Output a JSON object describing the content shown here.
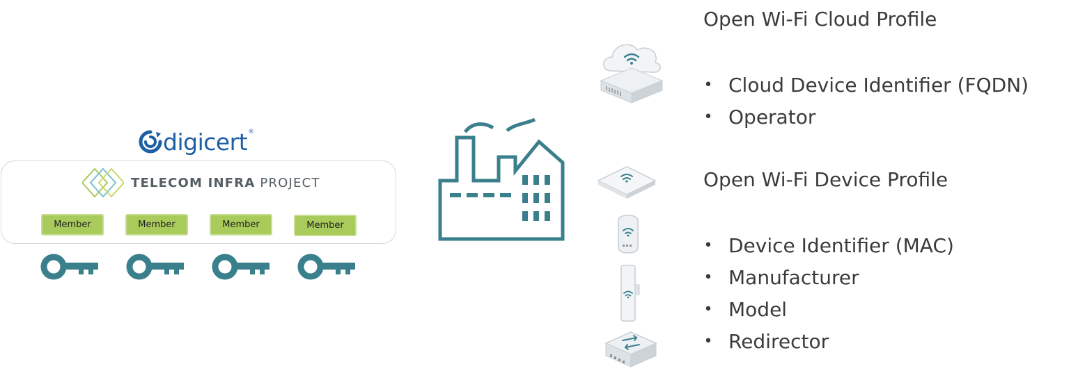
{
  "left_panel": {
    "sponsor_logo_text": "digicert",
    "sponsor_logo_reg": "®",
    "tip_logo_bold": "TELECOM  INFRA",
    "tip_logo_light": "PROJECT",
    "member_labels": [
      "Member",
      "Member",
      "Member",
      "Member"
    ],
    "key_icons": [
      "key-icon",
      "key-icon",
      "key-icon",
      "key-icon"
    ]
  },
  "center": {
    "icon": "factory-icon"
  },
  "device_icons": [
    "cloud-server-icon",
    "ceiling-access-point-icon",
    "wall-access-point-icon",
    "outdoor-access-point-icon",
    "switch-icon"
  ],
  "cloud_profile": {
    "title": "Open Wi-Fi Cloud Profile",
    "items": [
      "Cloud Device Identifier (FQDN)",
      "Operator"
    ]
  },
  "device_profile": {
    "title": "Open Wi-Fi Device Profile",
    "items": [
      "Device Identifier (MAC)",
      "Manufacturer",
      "Model",
      "Redirector"
    ]
  },
  "colors": {
    "digicert_blue": "#1d5fa5",
    "teal": "#3a7f8c",
    "member_green": "#a9cb5b",
    "text": "#3b3b3b"
  }
}
